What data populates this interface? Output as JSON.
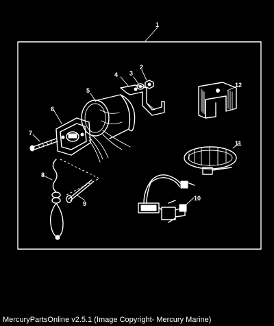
{
  "diagram": {
    "frame_color": "#ffffff",
    "background_color": "#000000",
    "callouts": {
      "c1": "1",
      "c2": "2",
      "c3": "3",
      "c4": "4",
      "c5": "5",
      "c6": "6",
      "c7": "7",
      "c8": "8",
      "c9": "9",
      "c10": "10",
      "c11": "11",
      "c12": "12"
    }
  },
  "footer": {
    "text": "MercuryPartsOnline v2.5.1 (Image Copyright- Mercury Marine)"
  }
}
